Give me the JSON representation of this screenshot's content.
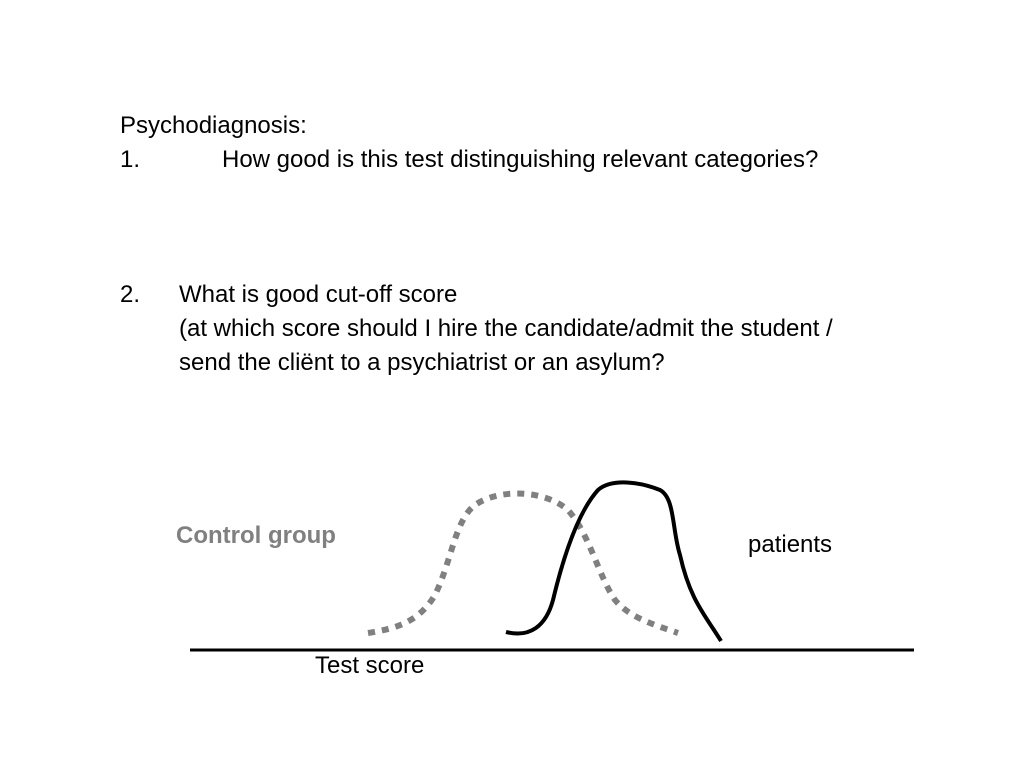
{
  "heading": "Psychodiagnosis:",
  "item1": {
    "number": "1.",
    "text": "How good is this test distinguishing relevant categories?"
  },
  "item2": {
    "number": "2.",
    "line1": "What is good cut-off score",
    "line2": "(at which score should I hire the candidate/admit the student /",
    "line3": "send the cliënt to a psychiatrist or an asylum?"
  },
  "figure": {
    "control_label": "Control group",
    "patients_label": "patients",
    "axis_label": "Test score",
    "control_color": "#808080",
    "patients_color": "#000000",
    "axis_color": "#000000"
  }
}
